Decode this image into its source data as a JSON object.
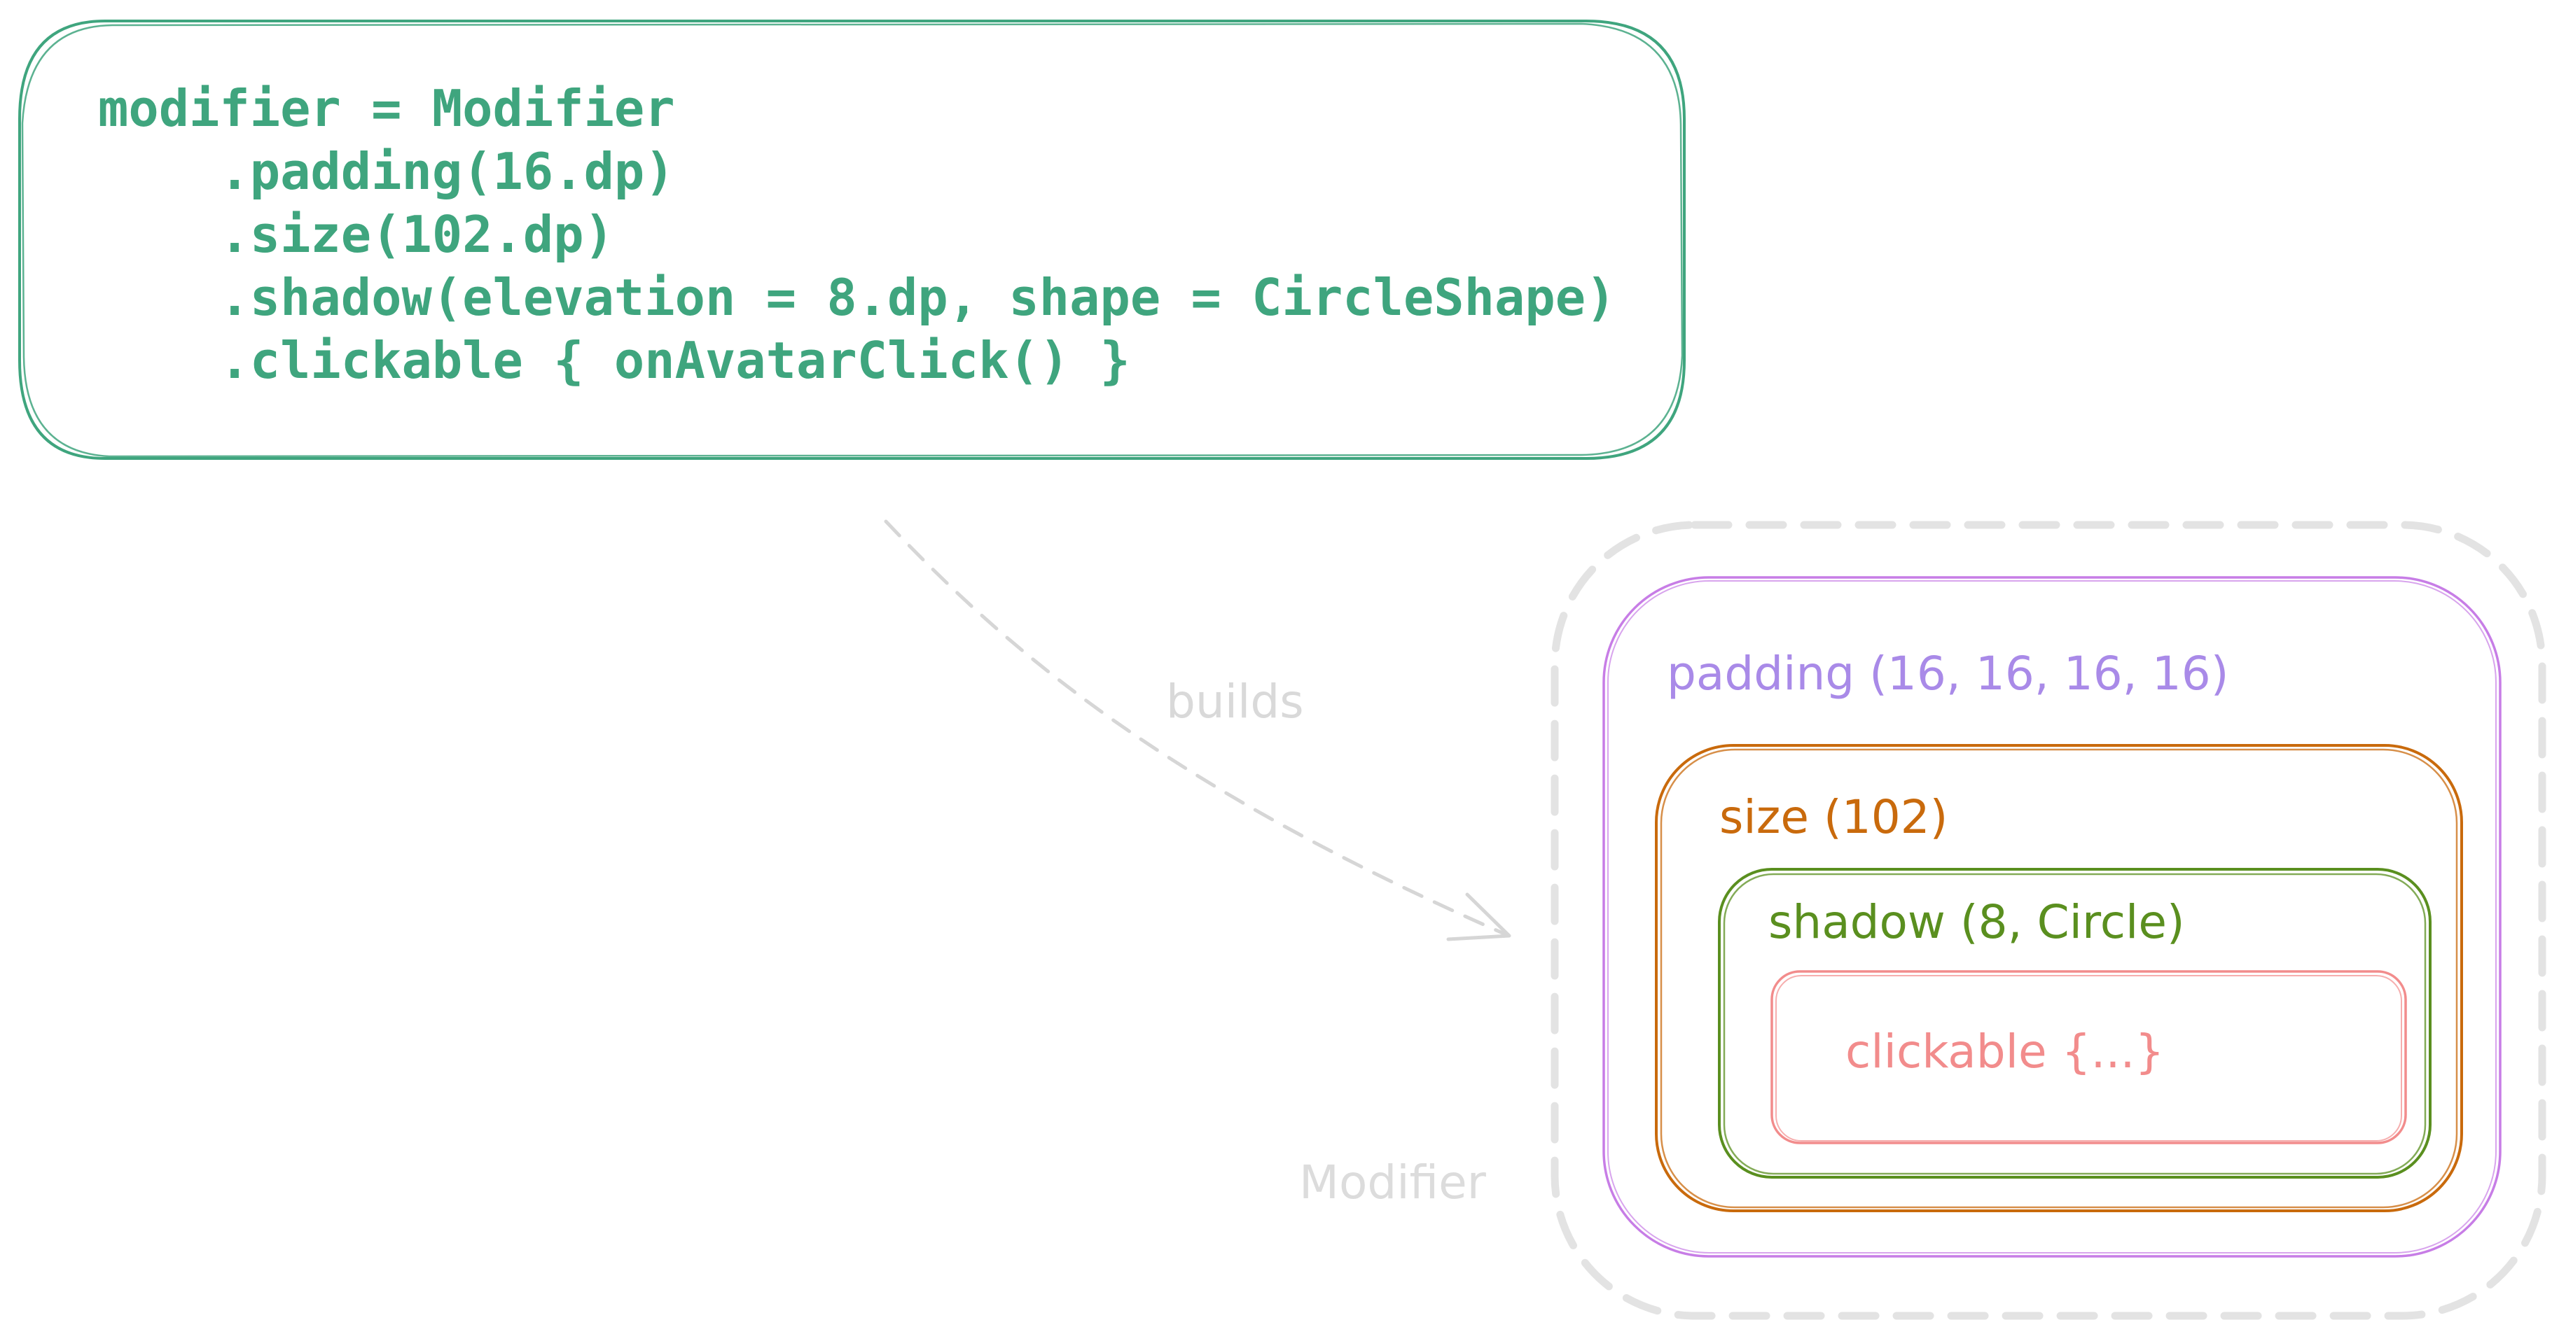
{
  "code": {
    "lines": [
      "modifier = Modifier",
      "    .padding(16.dp)",
      "    .size(102.dp)",
      "    .shadow(elevation = 8.dp, shape = CircleShape)",
      "    .clickable { onAvatarClick() }"
    ]
  },
  "arrow": {
    "label": "builds"
  },
  "modifier_chain": {
    "outer_label": "Modifier",
    "padding_label": "padding (16, 16, 16, 16)",
    "size_label": "size (102)",
    "shadow_label": "shadow (8, Circle)",
    "clickable_label": "clickable {...}"
  },
  "colors": {
    "code": "#3fa57e",
    "arrow": "#d6d6d6",
    "modifier_outline": "#e3e3e3",
    "padding": "#c77de6",
    "padding_text": "#a98ae8",
    "size": "#c96a0c",
    "shadow": "#5a8f1f",
    "clickable": "#f28c8c"
  }
}
